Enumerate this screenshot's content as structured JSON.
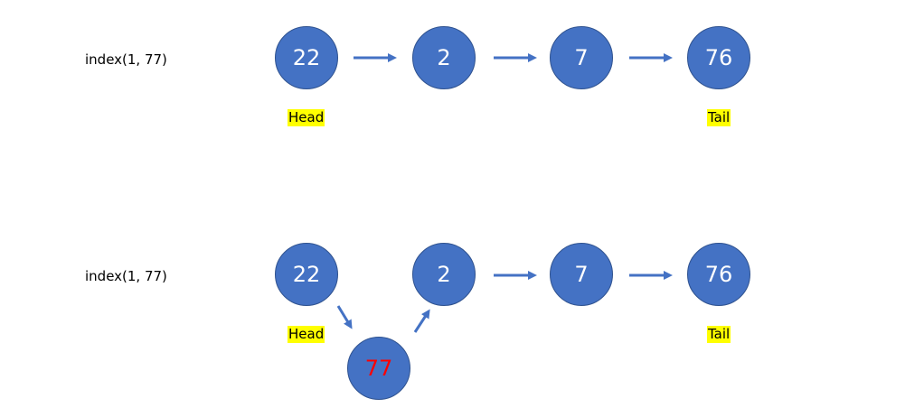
{
  "colors": {
    "node_fill": "#4472c4",
    "node_border": "#2f528f",
    "arrow": "#4472c4",
    "highlight": "#ffff00",
    "inserted_text": "#ff0000"
  },
  "before": {
    "operation": "index(1, 77)",
    "nodes": [
      "22",
      "2",
      "7",
      "76"
    ],
    "head_label": "Head",
    "tail_label": "Tail"
  },
  "after": {
    "operation": "index(1, 77)",
    "nodes": [
      "22",
      "2",
      "7",
      "76"
    ],
    "inserted_node": "77",
    "head_label": "Head",
    "tail_label": "Tail"
  }
}
